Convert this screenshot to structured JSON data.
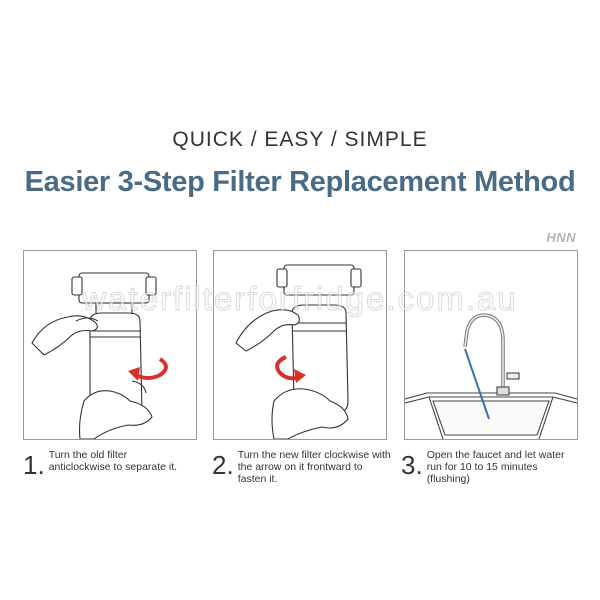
{
  "header": {
    "tagline": "QUICK /  EASY / SIMPLE",
    "headline": "Easier 3-Step Filter Replacement Method",
    "brand": "HNN"
  },
  "watermark": "waterfilterforfridge.com.au",
  "steps": [
    {
      "number": "1.",
      "text": "Turn the old filter anticlockwise to separate it."
    },
    {
      "number": "2.",
      "text": "Turn the new filter clockwise with the arrow on it frontward to fasten it."
    },
    {
      "number": "3.",
      "text": "Open the faucet and let water run for 10 to 15 minutes (flushing)"
    }
  ],
  "colors": {
    "headline": "#4a6b85",
    "arrow": "#d9302a",
    "water": "#3d6fa8"
  },
  "icons": [
    "anticlockwise-arrow-icon",
    "clockwise-arrow-icon",
    "faucet-icon"
  ]
}
